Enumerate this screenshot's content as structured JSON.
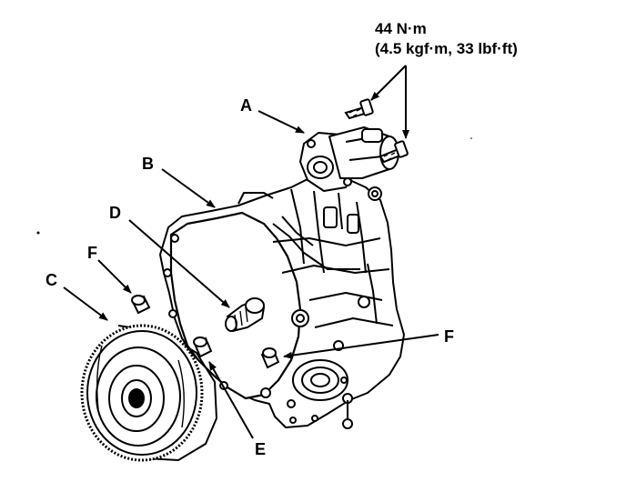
{
  "torque_spec": {
    "line1": "44 N·m",
    "line2": "(4.5 kgf·m, 33 lbf·ft)"
  },
  "callouts": {
    "a": "A",
    "b": "B",
    "c": "C",
    "d": "D",
    "e": "E",
    "f_left": "F",
    "f_right": "F"
  }
}
